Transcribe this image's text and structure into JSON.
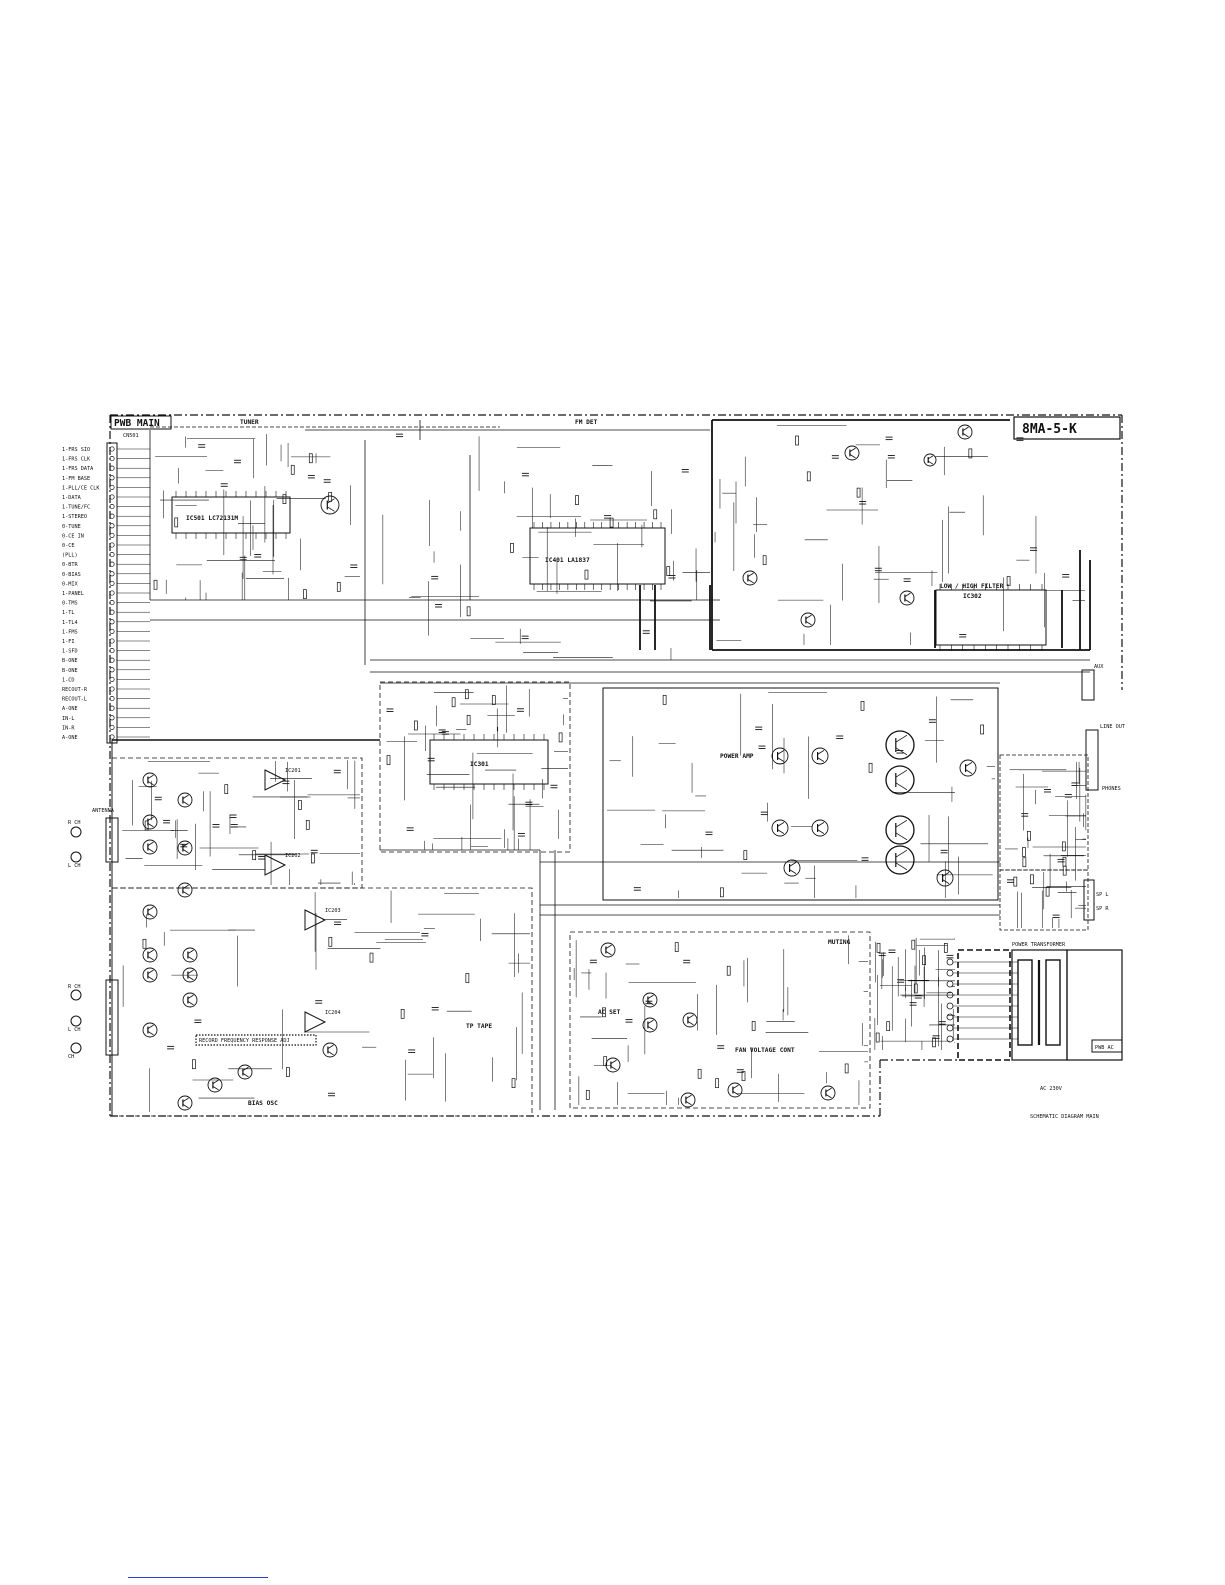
{
  "header": {
    "board_name": "PWB MAIN",
    "model": "8MA-5-K"
  },
  "connector_left": {
    "ref": "CN501",
    "pins": [
      "1-FRS SIO",
      "1-FRS CLK",
      "1-FRS DATA",
      "1-FM BASE",
      "1-PLL/CE CLK",
      "1-DATA",
      "1-TUNE/FC",
      "1-STEREO",
      "0-TUNE",
      "0-CE IN",
      "0-CE",
      "(PLL)",
      "0-BTR",
      "0-BIAS",
      "0-MIX",
      "1-PANEL",
      "0-TMS",
      "1-TL",
      "1-TL4",
      "1-FMS",
      "1-FI",
      "1-SFD",
      "B-ONE",
      "B-ONE",
      "1-CD",
      "RECOUT-R",
      "RECOUT-L",
      "A-ONE",
      "IN-L",
      "IN-R",
      "A-ONE"
    ]
  },
  "ic_labels": [
    "IC501 LC72131M",
    "IC401 LA1837",
    "IC301",
    "IC302",
    "IC201",
    "IC202",
    "IC203",
    "IC204"
  ],
  "block_labels": {
    "tuner": "TUNER",
    "fm_detect": "FM DET",
    "flat_power": "POWER AMP",
    "low_high_filter": "LOW / HIGH FILTER",
    "muting": "MUTING",
    "tp_tape": "TP TAPE",
    "record_eq": "RECORD FREQUENCY RESPONSE ADJ",
    "bias_osc": "BIAS OSC",
    "fan_voltage": "FAN VOLTAGE CONT",
    "ac_set": "AC SET",
    "power_transformer": "POWER TRANSFORMER"
  },
  "right_io": {
    "aux": "AUX",
    "line": "LINE OUT",
    "phones": "PHONES",
    "speakers": [
      "SP L",
      "SP R"
    ],
    "ac_input": "AC 230V",
    "pwb_ac": "PWB AC"
  },
  "left_io": {
    "antenna": "ANTENNA",
    "input_jacks": [
      "R CH",
      "L CH",
      "R CH",
      "L CH",
      "CH"
    ]
  },
  "footer_note": "SCHEMATIC DIAGRAM MAIN",
  "colors": {
    "ink": "#111111",
    "paper": "#ffffff",
    "footer_rule": "#2b3fd6"
  }
}
